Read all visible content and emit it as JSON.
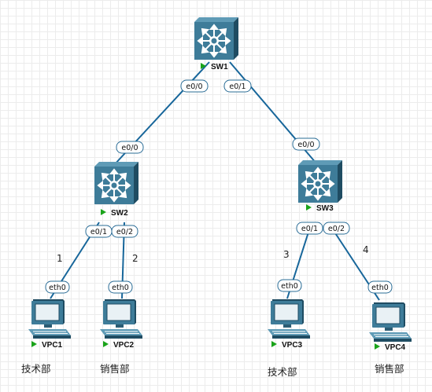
{
  "switches": [
    {
      "id": "sw1",
      "label": "SW1"
    },
    {
      "id": "sw2",
      "label": "SW2"
    },
    {
      "id": "sw3",
      "label": "SW3"
    }
  ],
  "pcs": [
    {
      "id": "vpc1",
      "label": "VPC1",
      "port": "eth0",
      "dept": "技术部"
    },
    {
      "id": "vpc2",
      "label": "VPC2",
      "port": "eth0",
      "dept": "销售部"
    },
    {
      "id": "vpc3",
      "label": "VPC3",
      "port": "eth0",
      "dept": "技术部"
    },
    {
      "id": "vpc4",
      "label": "VPC4",
      "port": "eth0",
      "dept": "销售部"
    }
  ],
  "ports": {
    "sw1_to_sw2": "e0/0",
    "sw1_to_sw3": "e0/1",
    "sw2_uplink": "e0/0",
    "sw3_uplink": "e0/0",
    "sw2_to_vpc1": "e0/1",
    "sw2_to_vpc2": "e0/2",
    "sw3_to_vpc3": "e0/1",
    "sw3_to_vpc4": "e0/2"
  },
  "link_numbers": [
    "1",
    "2",
    "3",
    "4"
  ],
  "colors": {
    "switch_face": "#3e7c99",
    "switch_side": "#1f4c62",
    "link": "#17669a",
    "status_running": "#1aa31a"
  },
  "icons": {
    "switch": "layer3-switch-icon",
    "pc": "desktop-pc-icon"
  }
}
